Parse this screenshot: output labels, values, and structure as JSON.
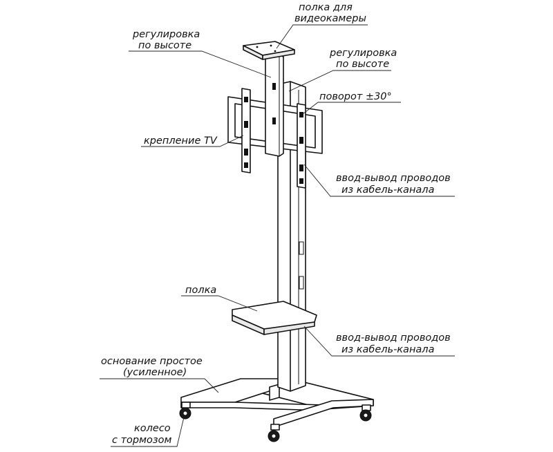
{
  "labels": {
    "camera_shelf": [
      "полка для",
      "видеокамеры"
    ],
    "height_adj_left": [
      "регулировка",
      "по высоте"
    ],
    "height_adj_right": [
      "регулировка",
      "по высоте"
    ],
    "rotation": "поворот ±30°",
    "tv_mount": "крепление TV",
    "cable_io_top": [
      "ввод-вывод проводов",
      "из кабель-канала"
    ],
    "shelf": "полка",
    "cable_io_bottom": [
      "ввод-вывод проводов",
      "из кабель-канала"
    ],
    "base": [
      "основание простое",
      "(усиленное)"
    ],
    "wheel": [
      "колесо",
      "с тормозом"
    ]
  }
}
